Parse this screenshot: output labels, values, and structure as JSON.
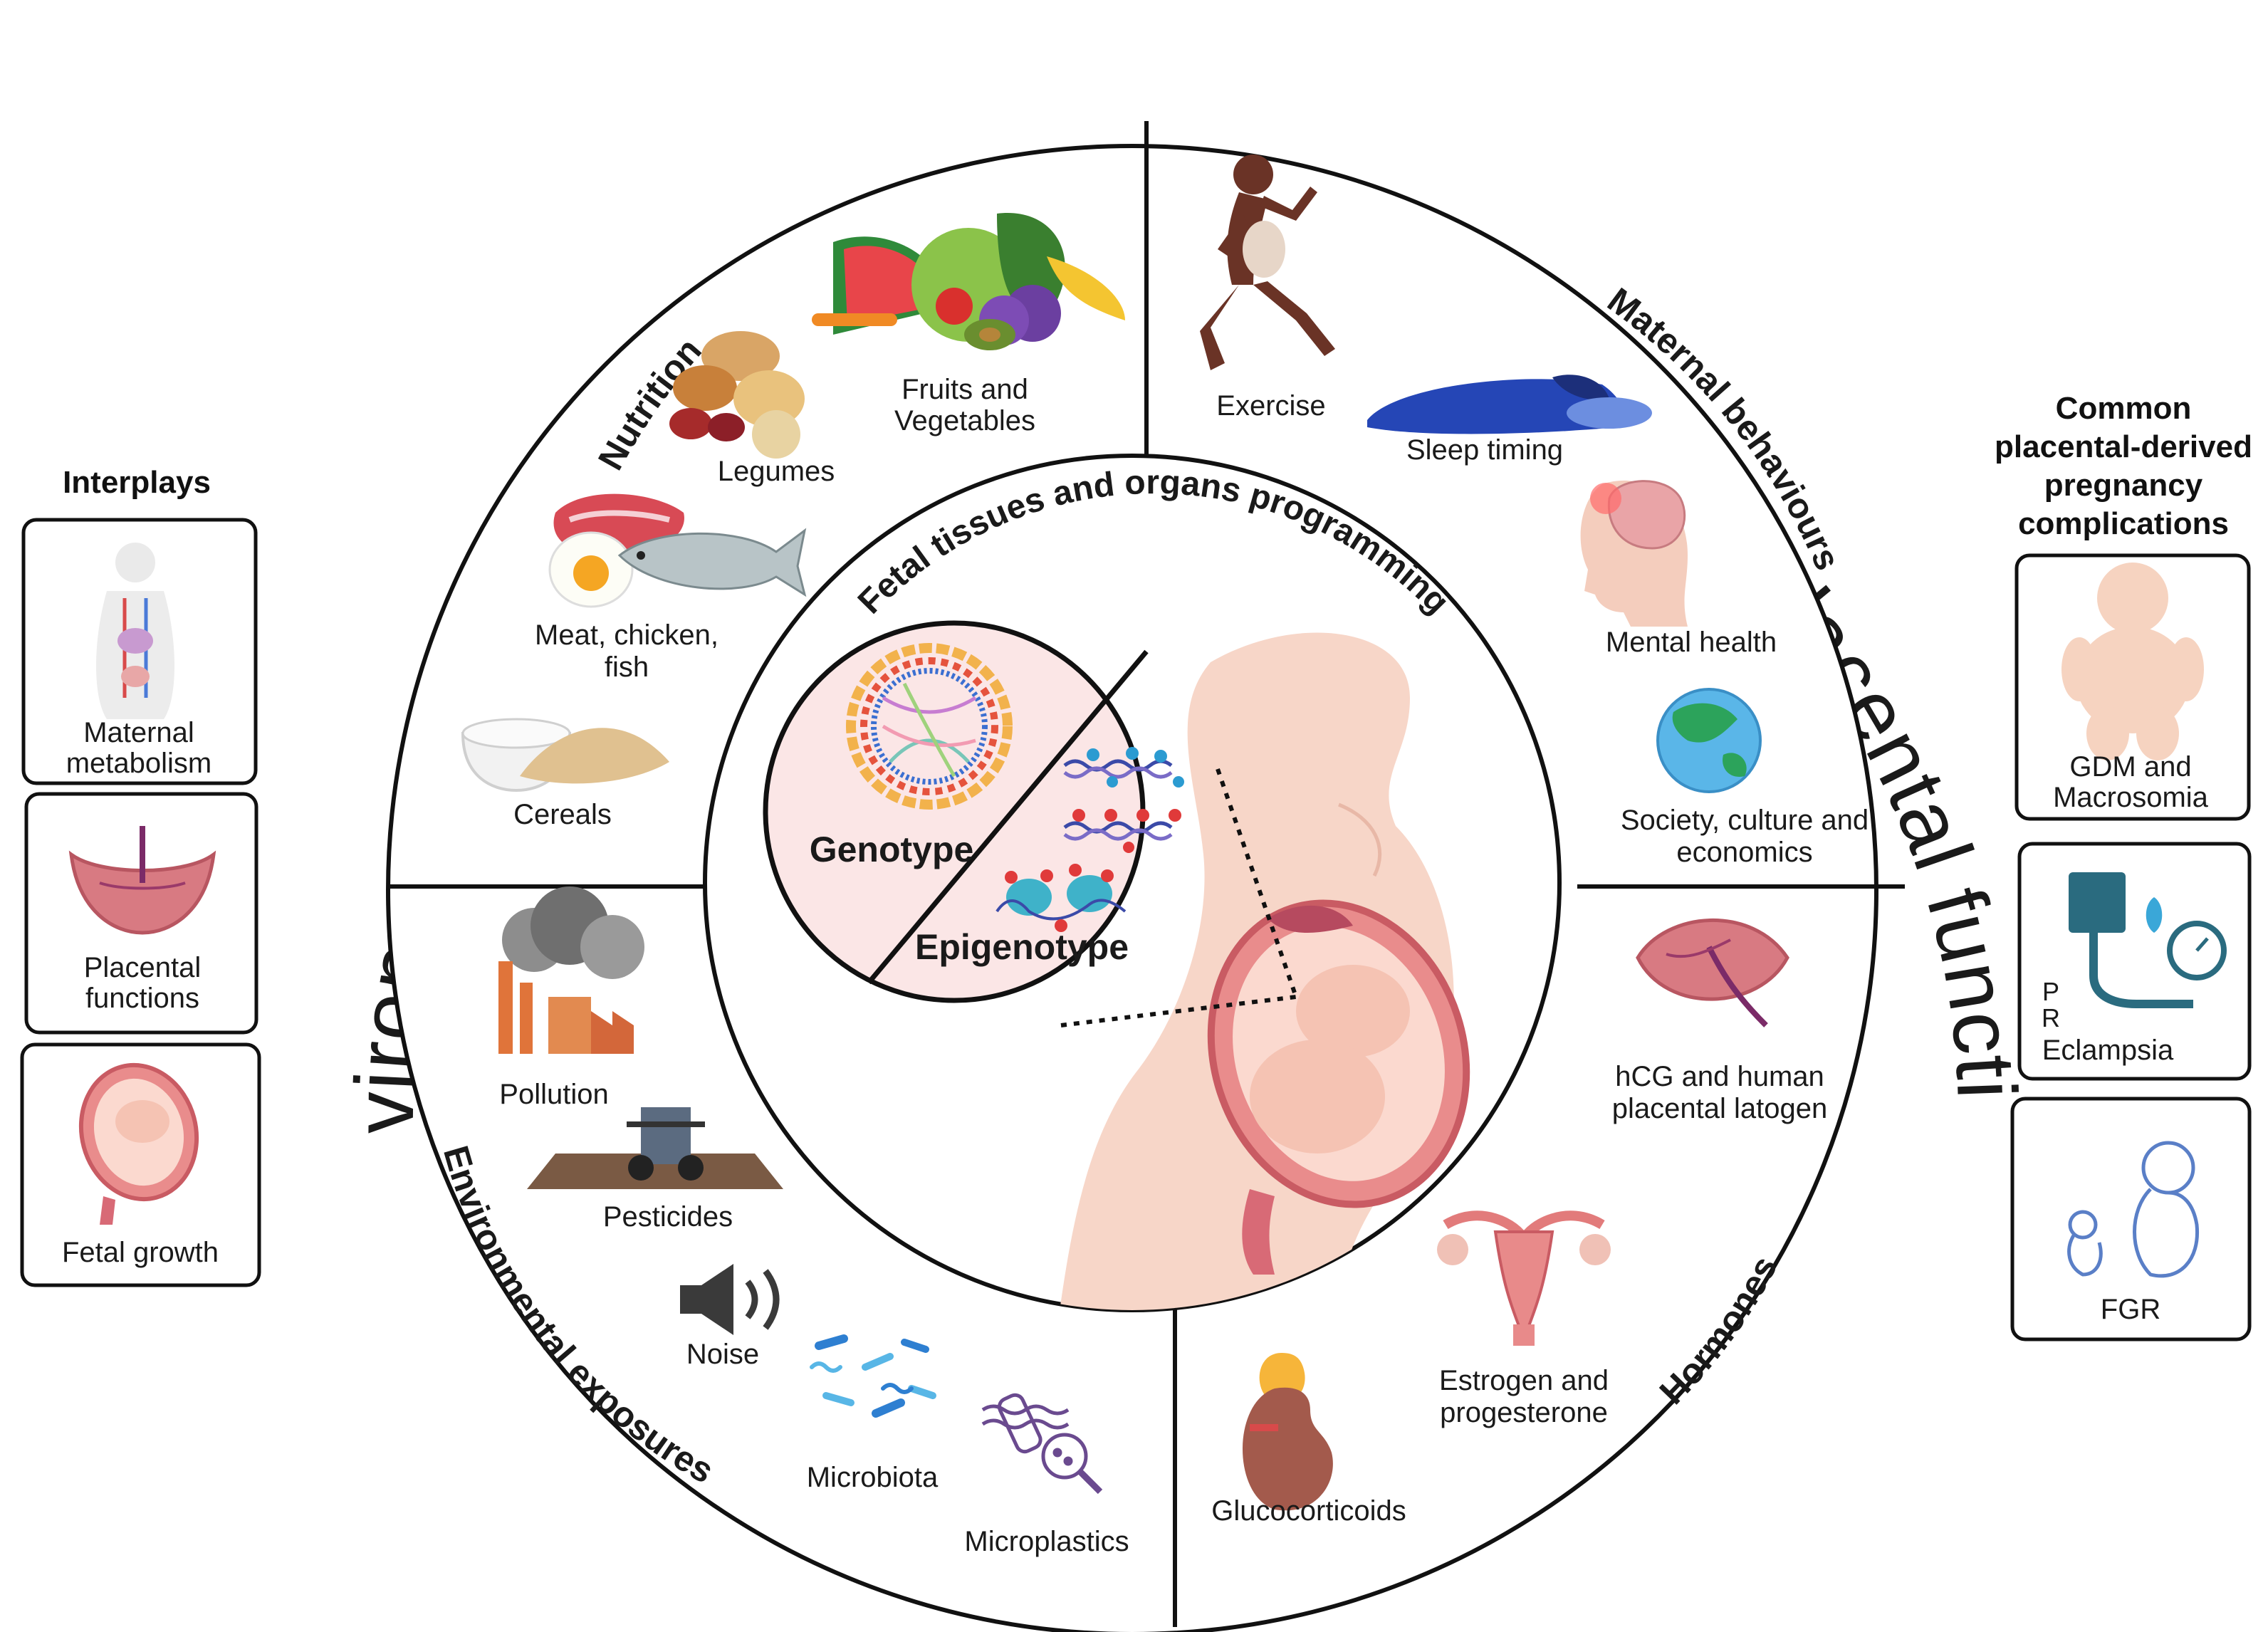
{
  "title": "Environmental and maternal factors interfering with placental functions",
  "quadrants": {
    "nutrition": {
      "heading": "Nutrition",
      "items": [
        "Fruits and",
        "Vegetables",
        "Legumes",
        "Meat, chicken,",
        "fish",
        "Cereals"
      ]
    },
    "maternal_behaviours": {
      "heading": "Maternal behaviours",
      "items": [
        "Exercise",
        "Sleep timing",
        "Mental health",
        "Society, culture and",
        "economics"
      ]
    },
    "environmental_exposures": {
      "heading": "Environmental exposures",
      "items": [
        "Pollution",
        "Pesticides",
        "Noise",
        "Microbiota",
        "Microplastics"
      ]
    },
    "hormones": {
      "heading": "Hormones",
      "items": [
        "hCG and human",
        "placental latogen",
        "Estrogen and",
        "progesterone",
        "Glucocorticoids"
      ]
    }
  },
  "center": {
    "arc_title": "Fetal tissues and organs programming",
    "genotype": "Genotype",
    "epigenotype": "Epigenotype"
  },
  "interplays": {
    "title": "Interplays",
    "items": [
      {
        "line1": "Maternal",
        "line2": "metabolism"
      },
      {
        "line1": "Placental",
        "line2": "functions"
      },
      {
        "line1": "Fetal growth",
        "line2": ""
      }
    ]
  },
  "complications": {
    "title_lines": [
      "Common",
      "placental-derived",
      "pregnancy",
      "complications"
    ],
    "items": [
      {
        "line1": "GDM and",
        "line2": "Macrosomia"
      },
      {
        "line1": "P",
        "line2": "R",
        "line3": "Eclampsia"
      },
      {
        "line1": "FGR",
        "line2": ""
      }
    ]
  },
  "colors": {
    "ring_line": "#111111",
    "inner_fill": "#fbeaea",
    "skin": "#f6d3c4",
    "uterus": "#e27b7b",
    "placenta": "#c85a6a"
  },
  "icons": [
    "fruit-veg-icon",
    "legumes-icon",
    "meat-fish-icon",
    "cereals-icon",
    "runner-icon",
    "sleep-icon",
    "brain-head-icon",
    "globe-icon",
    "factory-icon",
    "tractor-icon",
    "speaker-icon",
    "bacteria-icon",
    "microplastic-icon",
    "placenta-icon",
    "uterus-icon",
    "adrenal-kidney-icon",
    "pregnant-body-icon",
    "dna-circos-icon",
    "dna-methylation-icon",
    "body-organs-icon",
    "fetus-in-uterus-icon",
    "baby-icon",
    "bp-monitor-icon",
    "fetus-small-icon"
  ]
}
